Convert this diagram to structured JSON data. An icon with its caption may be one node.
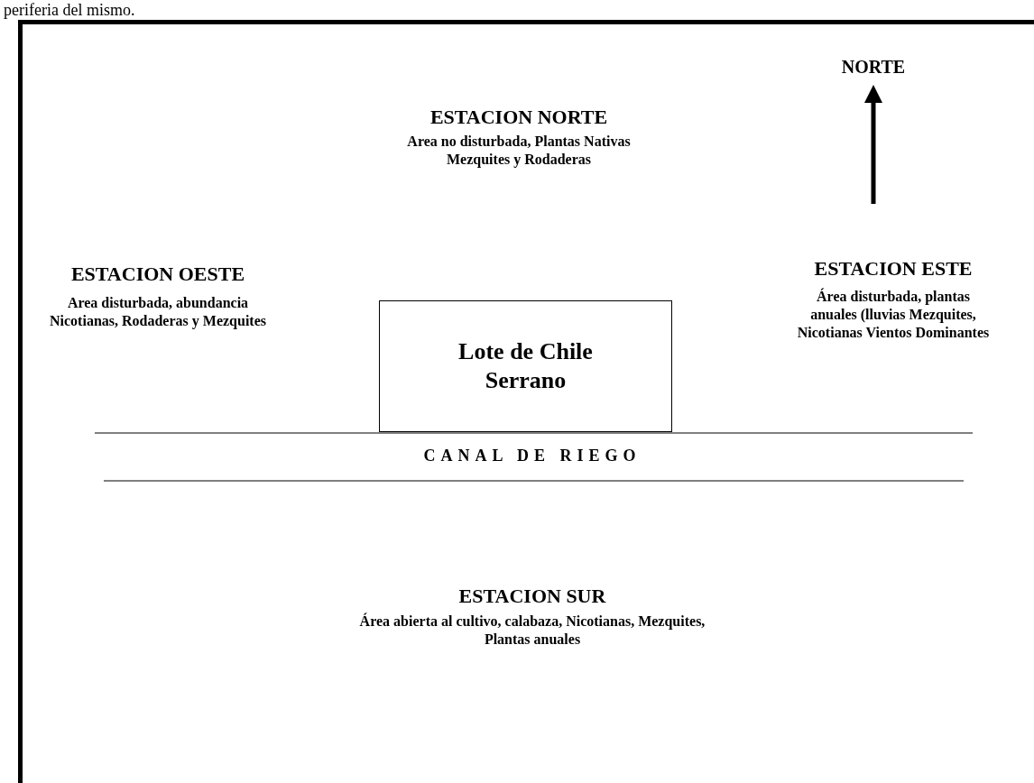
{
  "diagram": {
    "nodes": [
      {
        "text": [
          "Lote de Chile Serrano"
        ]
      }
    ],
    "labels": [
      "periferia del mismo.",
      "NORTE",
      "ESTACION NORTE",
      "Area no disturbada, Plantas Nativas Mezquites y Rodaderas",
      "ESTACION OESTE",
      "Area disturbada, abundancia Nicotianas, Rodaderas y Mezquites",
      "ESTACION ESTE",
      "Área disturbada, plantas anuales (lluvias Mezquites, Nicotianas Vientos Dominantes",
      "CANAL DE RIEGO",
      "ESTACION SUR",
      "Área abierta al cultivo, calabaza, Nicotianas, Mezquites, Plantas anuales"
    ]
  }
}
